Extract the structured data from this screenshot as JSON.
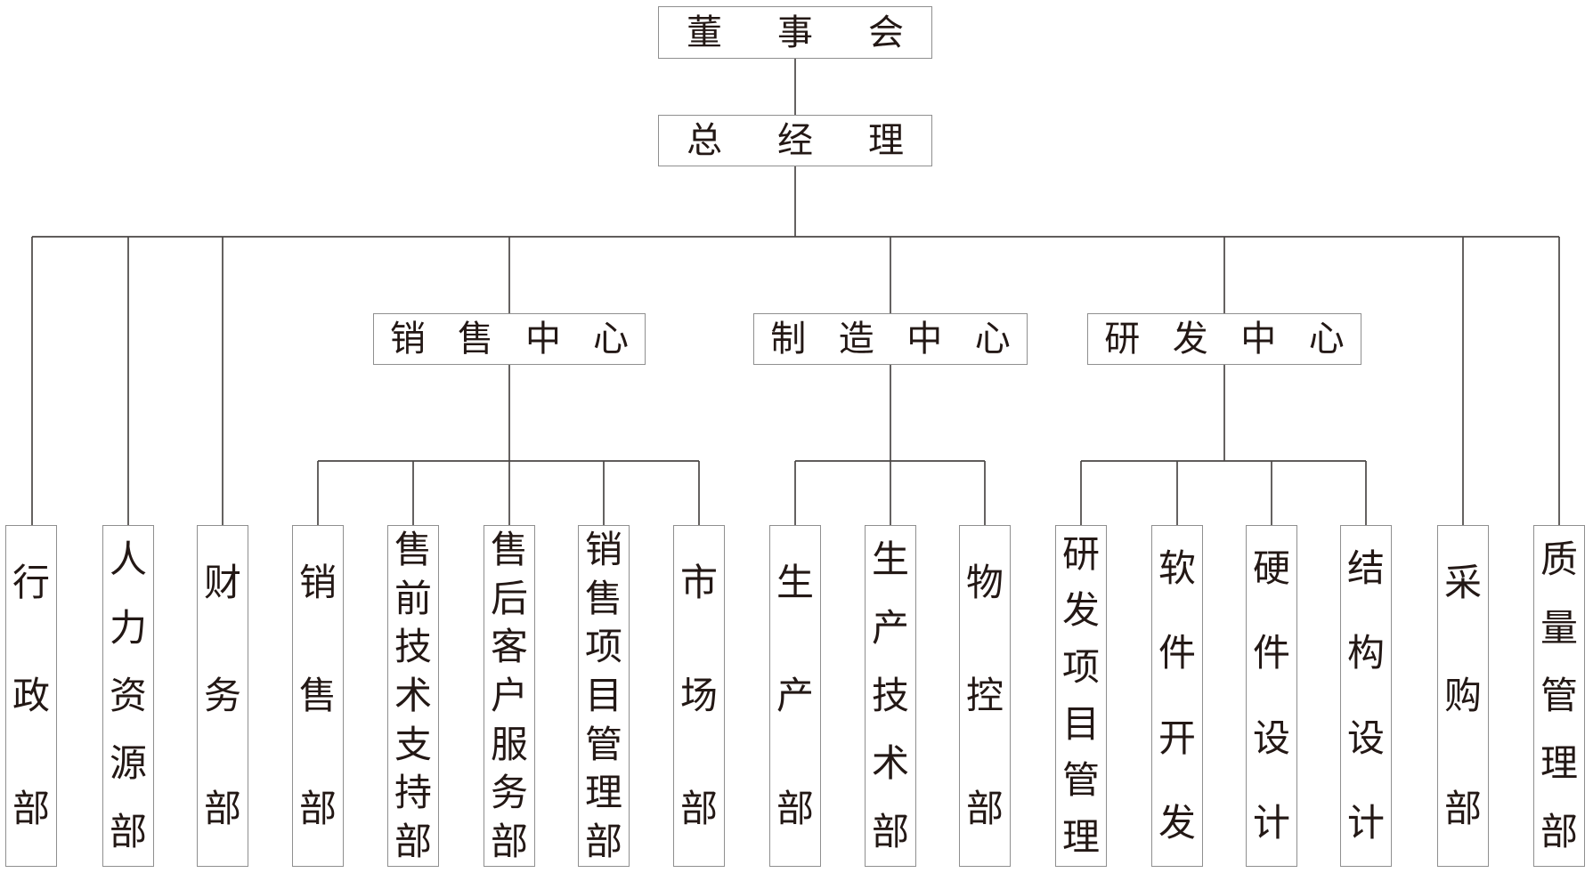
{
  "colors": {
    "background": "#ffffff",
    "box_background": "#ffffff",
    "box_border": "#8f8f8f",
    "line": "#4a4645",
    "text": "#231815"
  },
  "org": {
    "board": "董事会",
    "general_manager": "总经理",
    "direct_departments_left": [
      "行政部",
      "人力资源部",
      "财务部"
    ],
    "centers": [
      {
        "label": "销售中心",
        "children": [
          "销售部",
          "售前技术支持部",
          "售后客户服务部",
          "销售项目管理部",
          "市场部"
        ]
      },
      {
        "label": "制造中心",
        "children": [
          "生产部",
          "生产技术部",
          "物控部"
        ]
      },
      {
        "label": "研发中心",
        "children": [
          "研发项目管理",
          "软件开发",
          "硬件设计",
          "结构设计"
        ]
      }
    ],
    "direct_departments_right": [
      "采购部",
      "质量管理部"
    ]
  }
}
